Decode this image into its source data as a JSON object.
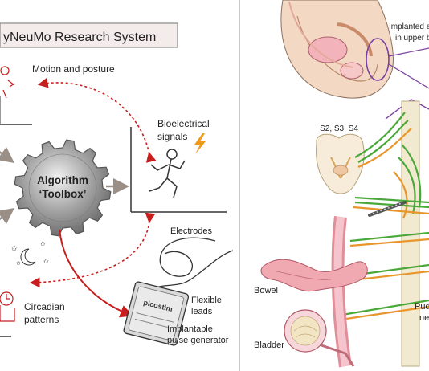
{
  "left_panel": {
    "title": "yNeuMo Research System",
    "labels": {
      "motion": "Motion and posture",
      "bioelectrical_1": "Bioelectrical",
      "bioelectrical_2": "signals",
      "algorithm_1": "Algorithm",
      "algorithm_2": "‘Toolbox’",
      "electrodes": "Electrodes",
      "flexible_1": "Flexible",
      "flexible_2": "leads",
      "implantable_1": "Implantable",
      "implantable_2": "pulse generator",
      "circadian_1": "Circadian",
      "circadian_2": "patterns",
      "device_text": "picostim"
    }
  },
  "right_panel": {
    "labels": {
      "implanted_1": "Implanted e",
      "implanted_2": "in upper b",
      "spine_levels": "S2, S3, S4",
      "bowel": "Bowel",
      "bladder": "Bladder",
      "pudendal_1": "Pud",
      "pudendal_2": "ne"
    }
  },
  "colors": {
    "accent_red": "#c81e1e",
    "gear_grey": "#8a8a8a",
    "nerve_green": "#4aa83a",
    "nerve_orange": "#e8962c",
    "tissue_pink": "#e9a2a2",
    "panel_border": "#b8b8b8",
    "purple_outline": "#7a3fa0"
  }
}
